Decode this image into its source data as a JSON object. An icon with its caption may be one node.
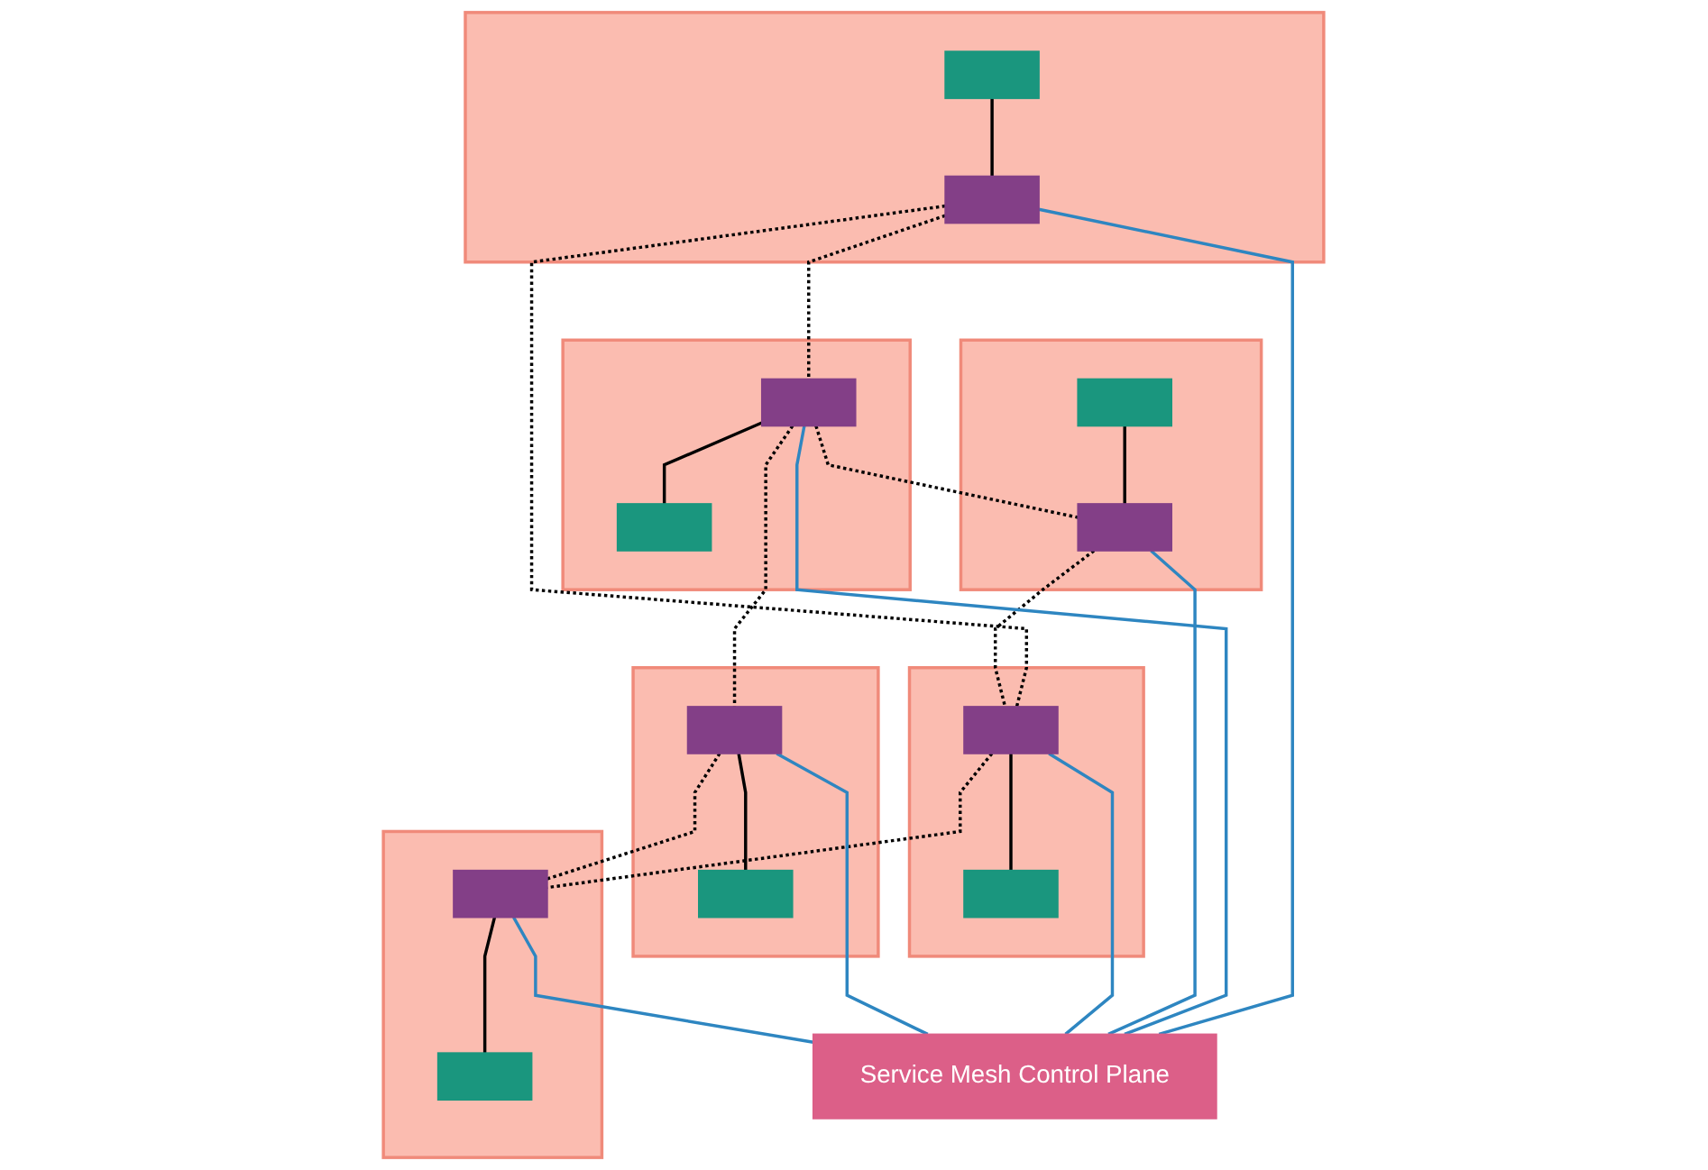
{
  "diagram": {
    "nodes": [
      {
        "text": [],
        "shape": "box"
      },
      {
        "text": [],
        "shape": "box",
        "in": 0
      },
      {
        "text": [],
        "shape": "box",
        "in": 0
      },
      {
        "text": [],
        "shape": "box"
      },
      {
        "text": [],
        "shape": "box",
        "in": 3
      },
      {
        "text": [],
        "shape": "box",
        "in": 3
      },
      {
        "text": [],
        "shape": "box"
      },
      {
        "text": [],
        "shape": "box",
        "in": 6
      },
      {
        "text": [],
        "shape": "box",
        "in": 6
      },
      {
        "text": [],
        "shape": "box"
      },
      {
        "text": [],
        "shape": "box",
        "in": 9
      },
      {
        "text": [],
        "shape": "box",
        "in": 9
      },
      {
        "text": [],
        "shape": "box"
      },
      {
        "text": [],
        "shape": "box",
        "in": 12
      },
      {
        "text": [],
        "shape": "box",
        "in": 12
      },
      {
        "text": [],
        "shape": "box"
      },
      {
        "text": [],
        "shape": "box",
        "in": 15
      },
      {
        "text": [],
        "shape": "box",
        "in": 15
      },
      {
        "text": [
          "Service Mesh Control Plane"
        ]
      }
    ],
    "edges": [
      {
        "from": 1,
        "to": 2,
        "arrow": "none"
      },
      {
        "from": 4,
        "to": 5,
        "arrow": "none"
      },
      {
        "from": 7,
        "to": 8,
        "arrow": "none"
      },
      {
        "from": 10,
        "to": 11,
        "arrow": "none"
      },
      {
        "from": 13,
        "to": 14,
        "arrow": "none"
      },
      {
        "from": 16,
        "to": 17,
        "arrow": "none"
      },
      {
        "from": 2,
        "to": 4,
        "arrow": "none",
        "style": "dashed"
      },
      {
        "from": 2,
        "to": 13,
        "arrow": "none",
        "style": "dashed"
      },
      {
        "from": 4,
        "to": 11,
        "arrow": "none",
        "style": "dashed"
      },
      {
        "from": 4,
        "to": 7,
        "arrow": "none",
        "style": "dashed"
      },
      {
        "from": 11,
        "to": 13,
        "arrow": "none",
        "style": "dashed"
      },
      {
        "from": 7,
        "to": 16,
        "arrow": "none",
        "style": "dashed"
      },
      {
        "from": 13,
        "to": 16,
        "arrow": "none",
        "style": "dashed"
      },
      {
        "from": 2,
        "to": 18,
        "arrow": "none",
        "color": "#2e86c1"
      },
      {
        "from": 4,
        "to": 18,
        "arrow": "none",
        "color": "#2e86c1"
      },
      {
        "from": 11,
        "to": 18,
        "arrow": "none",
        "color": "#2e86c1"
      },
      {
        "from": 13,
        "to": 18,
        "arrow": "none",
        "color": "#2e86c1"
      },
      {
        "from": 7,
        "to": 18,
        "arrow": "none",
        "color": "#2e86c1"
      },
      {
        "from": 16,
        "to": 18,
        "arrow": "none",
        "color": "#2e86c1"
      }
    ]
  }
}
